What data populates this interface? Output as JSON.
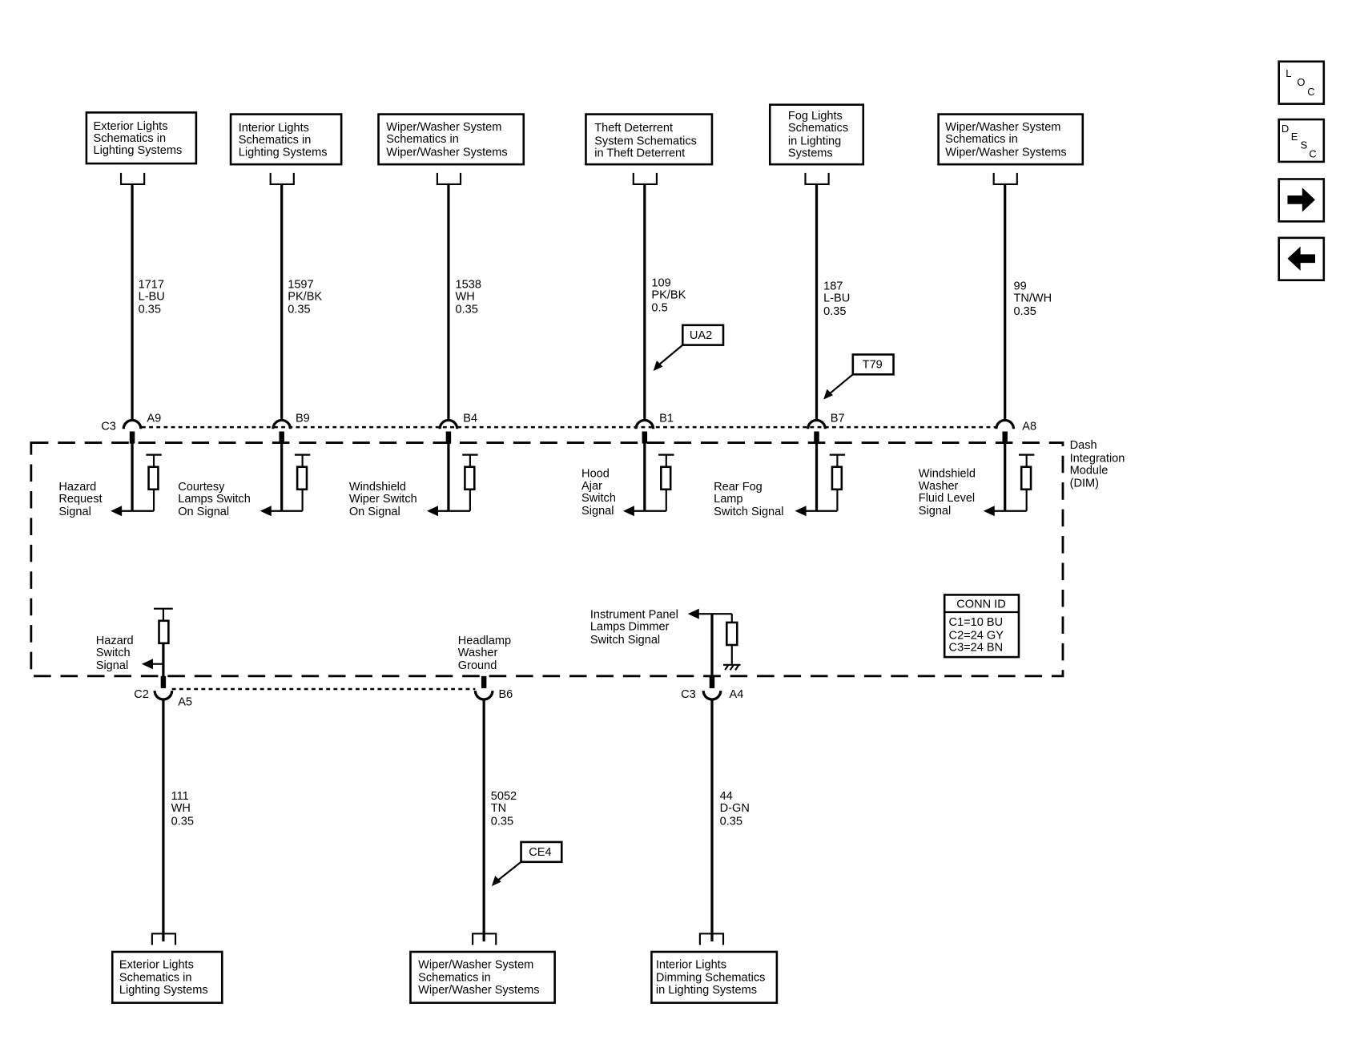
{
  "top_refs": [
    {
      "lines": [
        "Exterior Lights",
        "Schematics in",
        "Lighting Systems"
      ]
    },
    {
      "lines": [
        "Interior Lights",
        "Schematics in",
        "Lighting Systems"
      ]
    },
    {
      "lines": [
        "Wiper/Washer System",
        "Schematics in",
        "Wiper/Washer Systems"
      ]
    },
    {
      "lines": [
        "Theft Deterrent",
        "System Schematics",
        "in Theft Deterrent"
      ]
    },
    {
      "lines": [
        "Fog Lights",
        "Schematics",
        "in Lighting",
        "Systems"
      ]
    },
    {
      "lines": [
        "Wiper/Washer System",
        "Schematics in",
        "Wiper/Washer Systems"
      ]
    }
  ],
  "top_wires": [
    {
      "circuit": "1717",
      "color": "L-BU",
      "gauge": "0.35",
      "pin": "A9",
      "connector": "C3"
    },
    {
      "circuit": "1597",
      "color": "PK/BK",
      "gauge": "0.35",
      "pin": "B9"
    },
    {
      "circuit": "1538",
      "color": "WH",
      "gauge": "0.35",
      "pin": "B4"
    },
    {
      "circuit": "109",
      "color": "PK/BK",
      "gauge": "0.5",
      "pin": "B1"
    },
    {
      "circuit": "187",
      "color": "L-BU",
      "gauge": "0.35",
      "pin": "B7"
    },
    {
      "circuit": "99",
      "color": "TN/WH",
      "gauge": "0.35",
      "pin": "A8"
    }
  ],
  "options": {
    "theft": "UA2",
    "fog": "T79",
    "washer": "CE4"
  },
  "module_signals": [
    {
      "lines": [
        "Hazard",
        "Request",
        "Signal"
      ]
    },
    {
      "lines": [
        "Courtesy",
        "Lamps Switch",
        "On Signal"
      ]
    },
    {
      "lines": [
        "Windshield",
        "Wiper Switch",
        "On Signal"
      ]
    },
    {
      "lines": [
        "Hood",
        "Ajar",
        "Switch",
        "Signal"
      ]
    },
    {
      "lines": [
        "Rear Fog",
        "Lamp",
        "Switch Signal"
      ]
    },
    {
      "lines": [
        "Windshield",
        "Washer",
        "Fluid Level",
        "Signal"
      ]
    }
  ],
  "module_name": [
    "Dash",
    "Integration",
    "Module",
    "(DIM)"
  ],
  "lower_signals": {
    "hazard": [
      "Hazard",
      "Switch",
      "Signal"
    ],
    "headlamp": [
      "Headlamp",
      "Washer",
      "Ground"
    ],
    "dimmer": [
      "Instrument Panel",
      "Lamps Dimmer",
      "Switch Signal"
    ]
  },
  "conn_id": {
    "title": "CONN ID",
    "rows": [
      "C1=10 BU",
      "C2=24 GY",
      "C3=24 BN"
    ]
  },
  "bottom_wires": [
    {
      "circuit": "111",
      "color": "WH",
      "gauge": "0.35",
      "pin": "A5",
      "connector": "C2"
    },
    {
      "circuit": "5052",
      "color": "TN",
      "gauge": "0.35",
      "pin": "B6"
    },
    {
      "circuit": "44",
      "color": "D-GN",
      "gauge": "0.35",
      "pin": "A4",
      "connector": "C3"
    }
  ],
  "bottom_refs": [
    {
      "lines": [
        "Exterior Lights",
        "Schematics in",
        "Lighting Systems"
      ]
    },
    {
      "lines": [
        "Wiper/Washer System",
        "Schematics in",
        "Wiper/Washer Systems"
      ]
    },
    {
      "lines": [
        "Interior Lights",
        "Dimming Schematics",
        "in Lighting Systems"
      ]
    }
  ],
  "nav": {
    "loc": [
      "L",
      "O",
      "C"
    ],
    "desc": [
      "D",
      "E",
      "S",
      "C"
    ],
    "forward": "arrow-right-icon",
    "back": "arrow-left-icon"
  }
}
